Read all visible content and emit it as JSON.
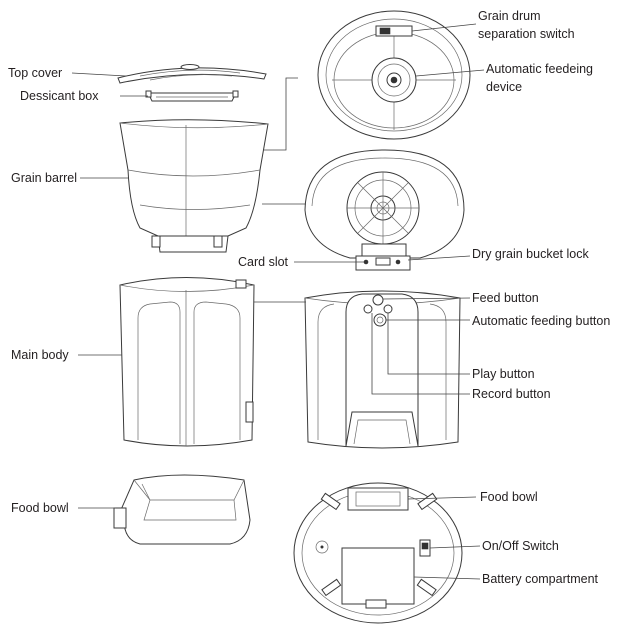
{
  "labels": {
    "top_cover": "Top cover",
    "dessicant_box": "Dessicant box",
    "grain_barrel": "Grain barrel",
    "main_body": "Main body",
    "food_bowl_left": "Food bowl",
    "grain_drum_switch_line1": "Grain drum",
    "grain_drum_switch_line2": "separation switch",
    "auto_feed_device_line1": "Automatic feedeing",
    "auto_feed_device_line2": "device",
    "card_slot": "Card slot",
    "dry_grain_lock": "Dry grain bucket lock",
    "feed_button": "Feed button",
    "auto_feeding_button": "Automatic feeding button",
    "play_button": "Play button",
    "record_button": "Record button",
    "food_bowl_right": "Food bowl",
    "on_off_switch": "On/Off Switch",
    "battery_compartment": "Battery compartment"
  }
}
